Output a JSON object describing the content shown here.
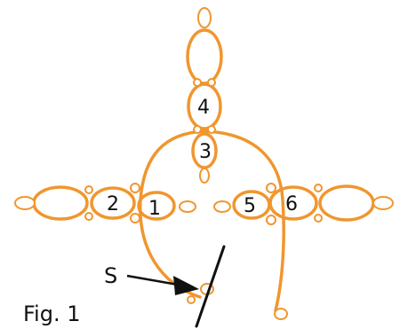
{
  "figure": {
    "caption": "Fig. 1",
    "start_label": "S",
    "ring_numbers": [
      "1",
      "2",
      "3",
      "4",
      "5",
      "6"
    ]
  },
  "colors": {
    "thread": "#f0962e",
    "picot_fill": "#ffffff",
    "text": "#111111",
    "arrow": "#111111"
  },
  "icons": {
    "arrow": "arrow-icon",
    "guide_line": "line-icon"
  }
}
